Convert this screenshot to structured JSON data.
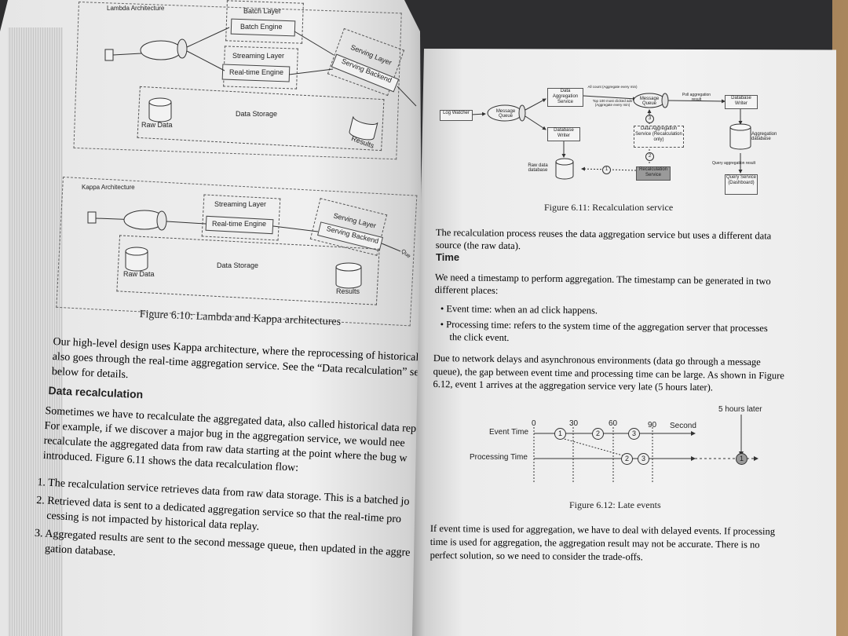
{
  "left_page": {
    "lambda_diagram": {
      "title": "Lambda Architecture",
      "batch_layer": "Batch Layer",
      "batch_engine": "Batch Engine",
      "streaming_layer": "Streaming Layer",
      "realtime_engine": "Real-time Engine",
      "serving_layer": "Serving Layer",
      "serving_backend": "Serving Backend",
      "data_storage": "Data Storage",
      "raw_data": "Raw Data",
      "results": "Results"
    },
    "kappa_diagram": {
      "title": "Kappa Architecture",
      "streaming_layer": "Streaming Layer",
      "realtime_engine": "Real-time Engine",
      "serving_layer": "Serving Layer",
      "serving_backend": "Serving Backend",
      "data_storage": "Data Storage",
      "raw_data": "Raw Data",
      "results": "Results",
      "edge_label": "Que"
    },
    "figure_caption": "Figure 6.10: Lambda and Kappa architectures",
    "paragraph1": [
      "Our high-level design uses Kappa architecture, where the reprocessing of historical",
      "also goes through the real-time aggregation service. See the “Data recalculation” sec",
      "below for details."
    ],
    "heading": "Data recalculation",
    "paragraph2": [
      "Sometimes we have to recalculate the aggregated data, also called historical data rep",
      "For example, if we discover a major bug in the aggregation service, we would nee",
      "recalculate the aggregated data from raw data starting at the point where the bug w",
      "introduced. Figure 6.11 shows the data recalculation flow:"
    ],
    "list": [
      {
        "num": "1.",
        "lines": [
          "The recalculation service retrieves data from raw data storage. This is a batched jo"
        ]
      },
      {
        "num": "2.",
        "lines": [
          "Retrieved data is sent to a dedicated aggregation service so that the real-time pro",
          "cessing is not impacted by historical data replay."
        ]
      },
      {
        "num": "3.",
        "lines": [
          "Aggregated results are sent to the second message queue, then updated in the aggre",
          "gation database."
        ]
      }
    ]
  },
  "right_page": {
    "fig611": {
      "log_watcher": "Log Watcher",
      "message_queue": "Message Queue",
      "data_aggregation_service": "Data Aggregation Service",
      "message_queue2": "Message Queue",
      "database_writer": "Database Writer",
      "database_writer2": "Database Writer",
      "poll_label": "Poll aggregation result",
      "all_count": "All count (Aggregate every min)",
      "top_ads": "Top 100 most clicked ads (Aggregate every min)",
      "data_aggregation_service2": "Data Aggregation Service (Recalculation only)",
      "aggregation_database": "Aggregation database",
      "raw_data_database": "Raw data database",
      "recalculation_service": "Recalculation Service",
      "query_result": "Query aggregation result",
      "query_service": "Query Service (Dashboard)",
      "step1": "1",
      "step2": "2",
      "step3": "3"
    },
    "fig611_caption": "Figure 6.11: Recalculation service",
    "para1": [
      "The recalculation process reuses the data aggregation service but uses a different data",
      "source (the raw data)."
    ],
    "heading": "Time",
    "para2": [
      "We need a timestamp to perform aggregation. The timestamp can be generated in two",
      "different places:"
    ],
    "bullets": [
      {
        "lines": [
          "Event time: when an ad click happens."
        ]
      },
      {
        "lines": [
          "Processing time: refers to the system time of the aggregation server that processes",
          "the click event."
        ]
      }
    ],
    "para3": [
      "Due to network delays and asynchronous environments (data go through a message",
      "queue), the gap between event time and processing time can be large. As shown in Figure",
      "6.12, event 1 arrives at the aggregation service very late (5 hours later)."
    ],
    "fig612": {
      "five_hours_later": "5 hours later",
      "tick_0": "0",
      "tick_30": "30",
      "tick_60": "60",
      "tick_90": "90",
      "second": "Second",
      "event_time": "Event Time",
      "processing_time": "Processing Time",
      "e1": "1",
      "e2": "2",
      "e3": "3",
      "p2": "2",
      "p3": "3",
      "p1": "1"
    },
    "fig612_caption": "Figure 6.12: Late events",
    "para4": [
      "If event time is used for aggregation, we have to deal with delayed events. If processing",
      "time is used for aggregation, the aggregation result may not be accurate.  There is no",
      "perfect solution, so we need to consider the trade-offs."
    ]
  }
}
